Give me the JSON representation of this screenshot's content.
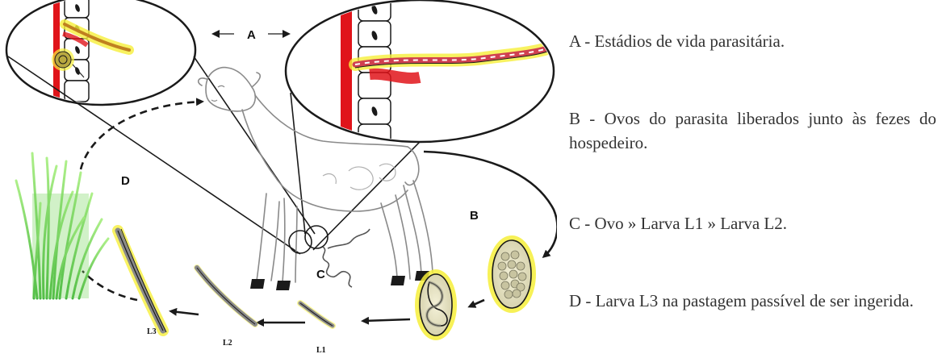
{
  "diagram": {
    "labels": {
      "A": "A",
      "B": "B",
      "C": "C",
      "D": "D",
      "L1": "L1",
      "L2": "L2",
      "L3": "L3"
    },
    "colors": {
      "blood": "#e0141a",
      "glow": "#f6ef3a",
      "grass": "#5fd04a",
      "outline": "#1a1a1a"
    }
  },
  "legend": {
    "A": "A - Estádios de vida parasitária.",
    "B": "B - Ovos do parasita liberados junto às fezes do hospedeiro.",
    "C": "C - Ovo  »  Larva L1 » Larva L2.",
    "D": "D - Larva L3 na pastagem passível de ser ingerida."
  }
}
